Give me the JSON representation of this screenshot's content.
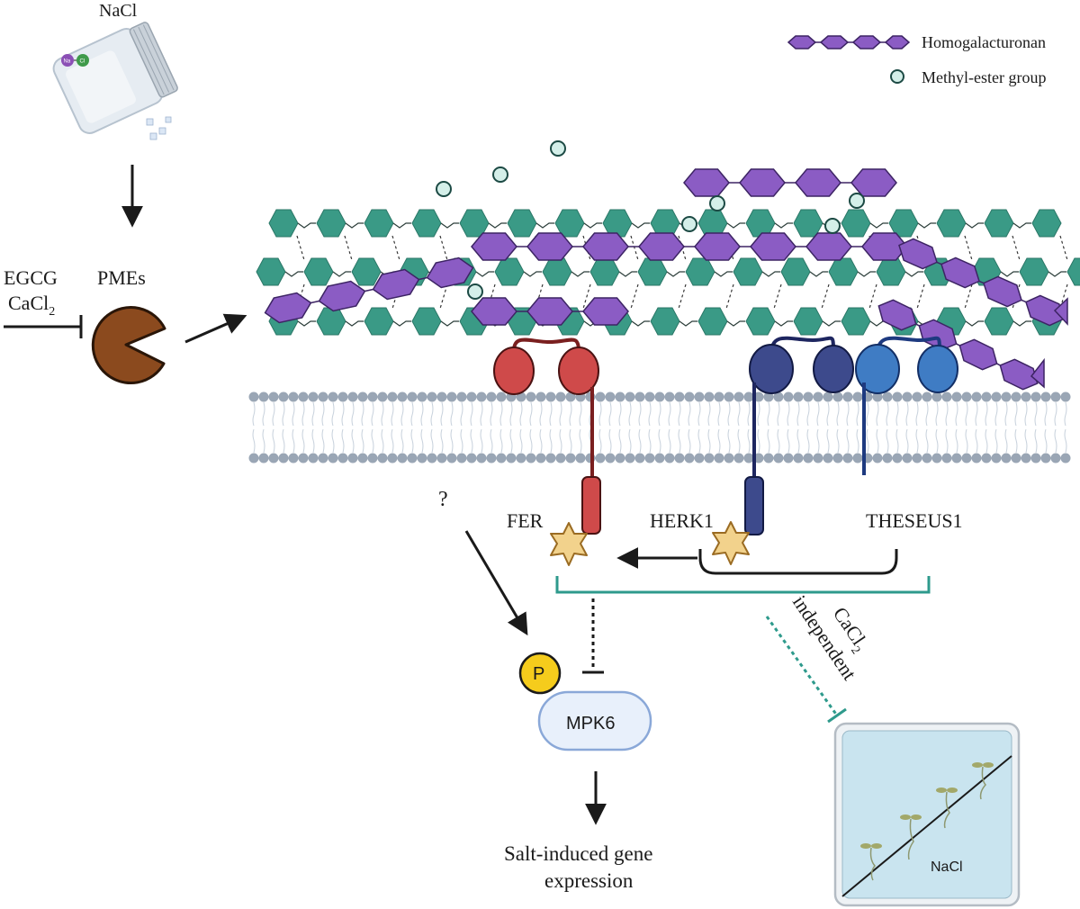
{
  "labels": {
    "nacl_top": "NaCl",
    "egcg": "EGCG",
    "cacl2_main": "CaCl",
    "cacl2_sub": "2",
    "pmes": "PMEs",
    "question": "?",
    "fer": "FER",
    "herk1": "HERK1",
    "theseus1": "THESEUS1",
    "mpk6": "MPK6",
    "phospho": "P",
    "salt_line1": "Salt-induced gene",
    "salt_line2": "expression",
    "rot_cacl2_main": "CaCl",
    "rot_cacl2_sub": "2",
    "rot_independent": "independent",
    "plate_nacl": "NaCl",
    "bottle_na": "Na",
    "bottle_cl": "Cl"
  },
  "legend": {
    "homogalacturonan": "Homogalacturonan",
    "methyl_ester": "Methyl-ester group"
  },
  "colors": {
    "pectin_teal": "#3a9a86",
    "homogalacturonan_purple": "#8b5cc4",
    "methyl_ester_fill": "#d4efe9",
    "fer_red": "#cf4a4a",
    "herk1_navy": "#3d4a8c",
    "theseus1_blue": "#3f7cc4",
    "pme_brown": "#8b4a1e",
    "phospho_yellow": "#f5cc1c",
    "mpk6_fill": "#e8f0fb",
    "mpk6_border": "#8aa8d8",
    "membrane_grey": "#9aa6b5",
    "bracket_teal": "#2e9a8c",
    "plate_blue": "#c9e4ef"
  }
}
